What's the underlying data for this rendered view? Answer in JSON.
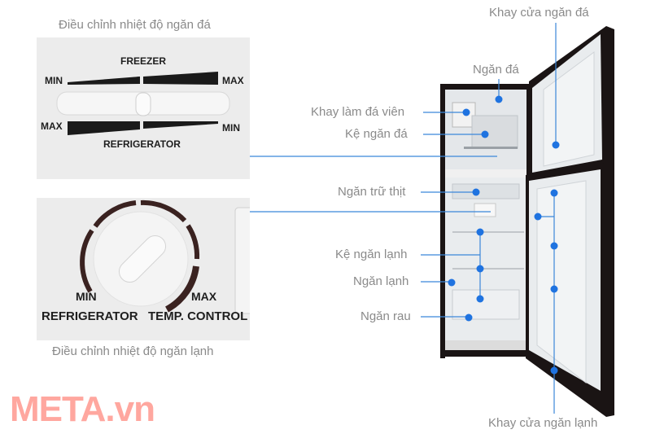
{
  "panels": {
    "freezer_control": {
      "caption": "Điều chỉnh nhiệt độ ngăn đá",
      "title": "FREEZER",
      "top_left": "MIN",
      "top_right": "MAX",
      "bottom_left": "MAX",
      "bottom_right": "MIN",
      "bottom_title": "REFRIGERATOR"
    },
    "fridge_control": {
      "caption": "Điều chỉnh nhiệt độ ngăn lạnh",
      "min": "MIN",
      "max": "MAX",
      "left_label": "REFRIGERATOR",
      "right_label": "TEMP. CONTROL"
    }
  },
  "labels": {
    "freezer_door_tray": "Khay cửa ngăn đá",
    "freezer": "Ngăn đá",
    "ice_tray": "Khay làm đá viên",
    "freezer_shelf": "Kệ ngăn đá",
    "meat_compartment": "Ngăn trữ thịt",
    "fridge_shelf": "Kệ ngăn lạnh",
    "fridge": "Ngăn lạnh",
    "vegetable_drawer": "Ngăn rau",
    "fridge_door_tray": "Khay cửa ngăn lạnh"
  },
  "watermark": "META.vn",
  "colors": {
    "callout": "#3b87d9",
    "dot": "#1f73e0",
    "watermark": "#ff8a80",
    "fridge_body": "#1a1414"
  }
}
